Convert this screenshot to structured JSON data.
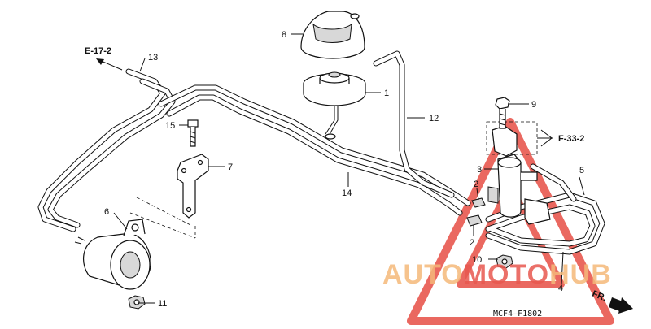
{
  "callouts": {
    "p1": "1",
    "p2a": "2",
    "p2b": "2",
    "p3": "3",
    "p4": "4",
    "p5": "5",
    "p6": "6",
    "p7": "7",
    "p8": "8",
    "p9": "9",
    "p10": "10",
    "p11": "11",
    "p12": "12",
    "p13": "13",
    "p14": "14",
    "p15": "15"
  },
  "references": {
    "left": "E-17-2",
    "right": "F-33-2"
  },
  "direction": "FR.",
  "diagram_code": "MCF4—F1802",
  "watermark": {
    "brand_part1": "AUTO",
    "brand_part2": "MOTO",
    "brand_part3": "HUB",
    "color_light": "#f5b97a",
    "color_red": "#e8584f"
  }
}
